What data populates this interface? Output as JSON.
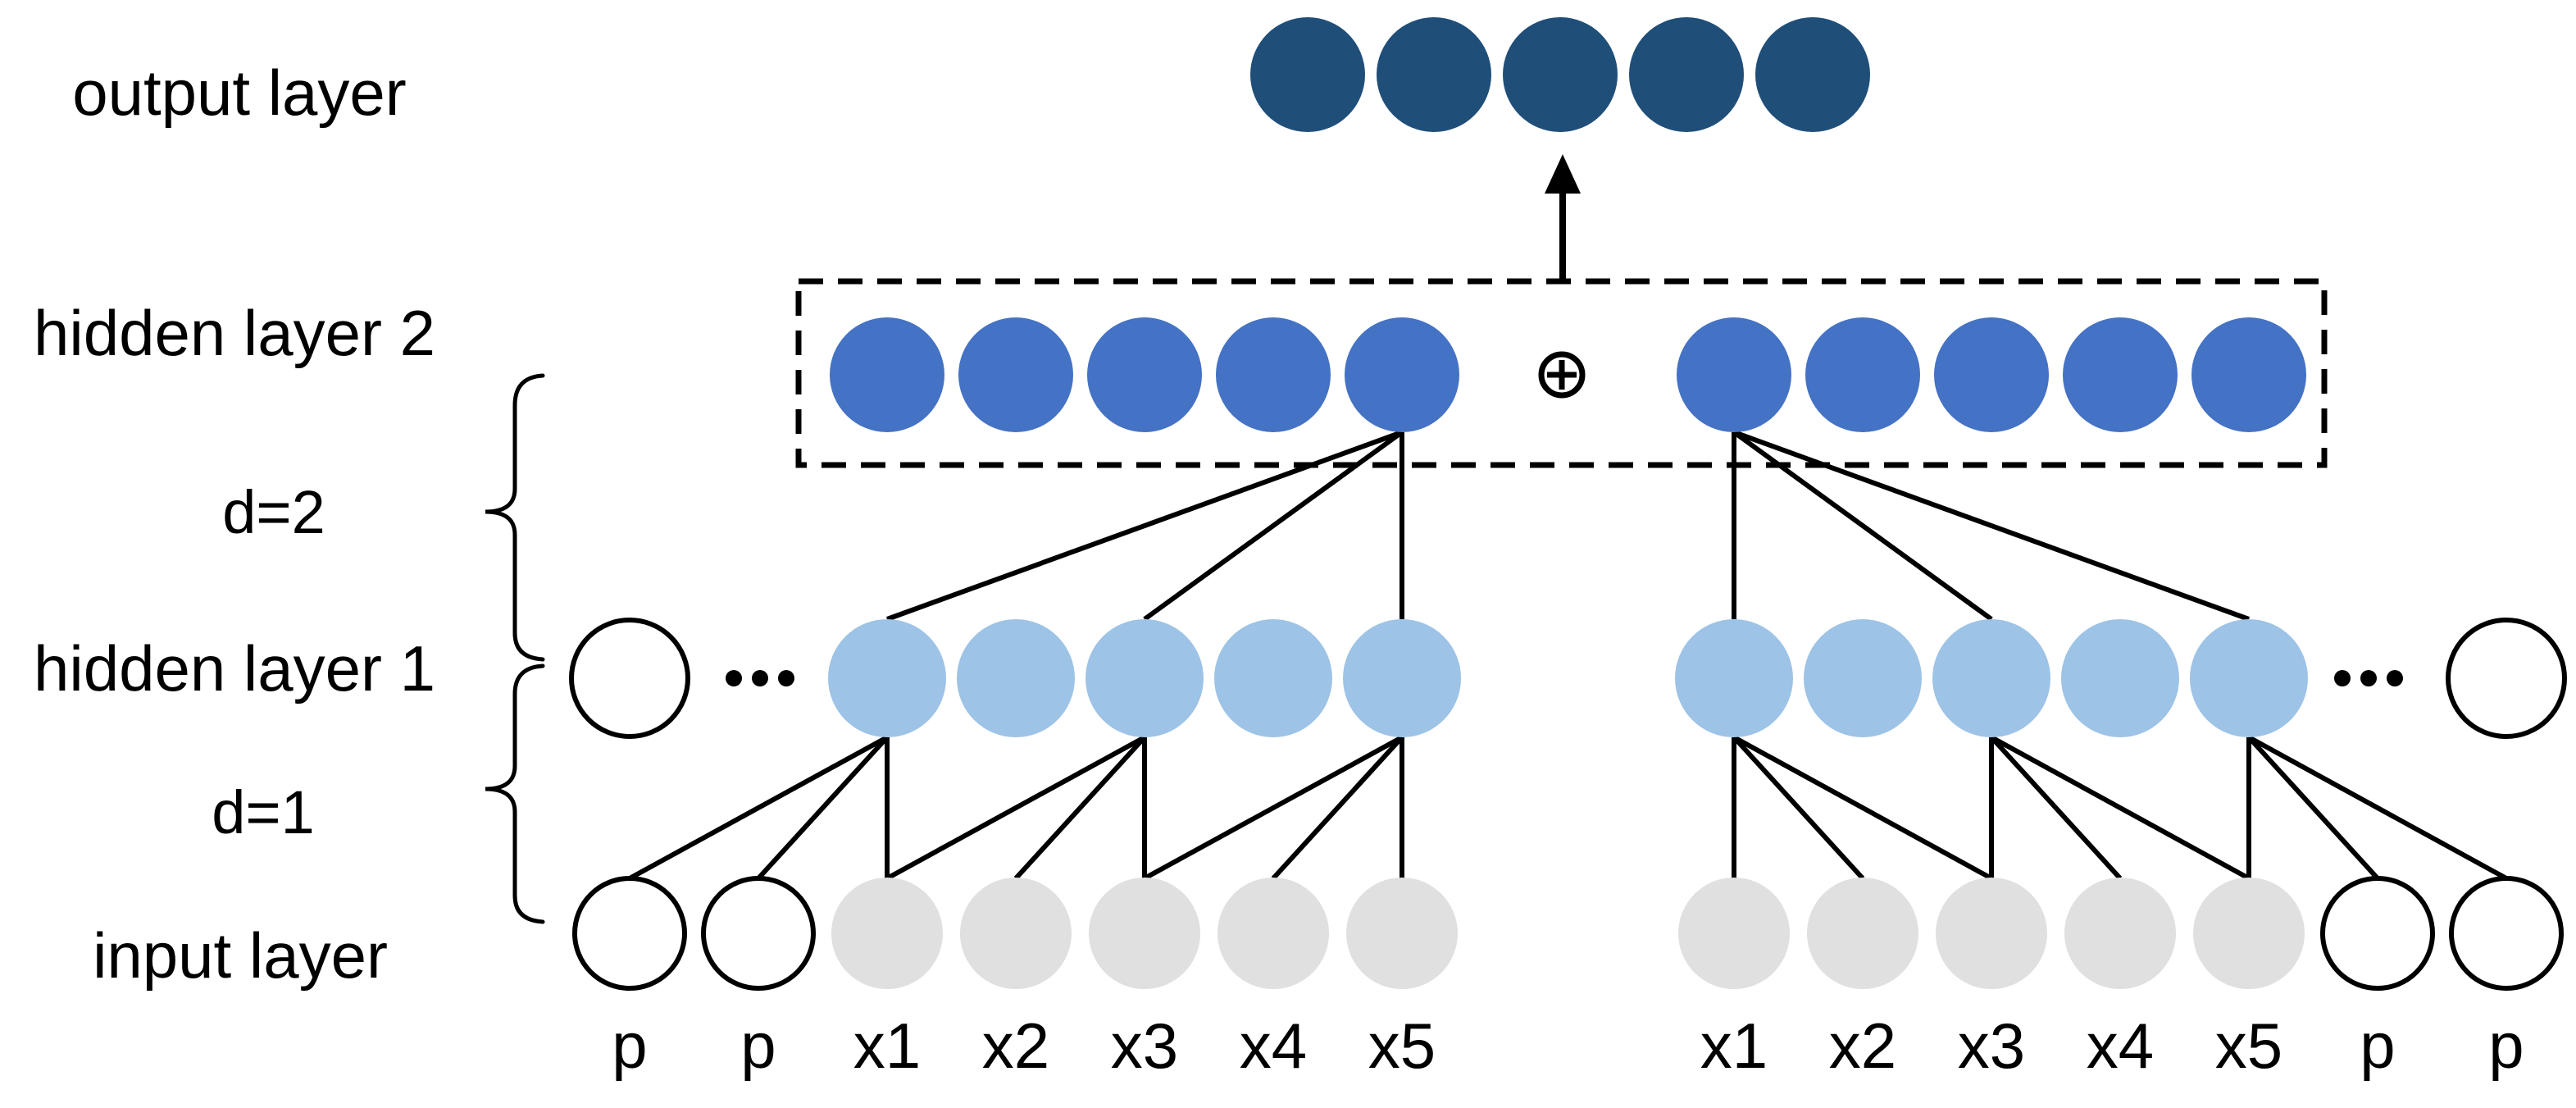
{
  "labels": {
    "output_layer": "output layer",
    "hidden_layer_2": "hidden layer 2",
    "dilation_2": "d=2",
    "hidden_layer_1": "hidden layer 1",
    "dilation_1": "d=1",
    "input_layer": "input layer",
    "combine_operator": "⊕",
    "ellipsis": "..."
  },
  "input_labels_left": [
    "p",
    "p",
    "x1",
    "x2",
    "x3",
    "x4",
    "x5"
  ],
  "input_labels_right": [
    "x1",
    "x2",
    "x3",
    "x4",
    "x5",
    "p",
    "p"
  ],
  "structure": {
    "output_nodes": 5,
    "hidden2_groups": 2,
    "hidden2_nodes_per_group": 5,
    "hidden1_nodes_per_group": 5,
    "hidden1_white_nodes": 2,
    "input_gray_nodes_per_group": 5,
    "padding_nodes_per_side": 2,
    "ellipsis_dots_per_side": 3,
    "kernel_size": 3,
    "dilation_layer1": 1,
    "dilation_layer2": 2
  },
  "colors": {
    "output_node": "#1f4e79",
    "hidden2_node": "#4472c4",
    "hidden1_node": "#9dc3e6",
    "input_gray_node": "#e0e0e0",
    "white_node_fill": "#ffffff",
    "line": "#000000",
    "background": "#ffffff"
  }
}
